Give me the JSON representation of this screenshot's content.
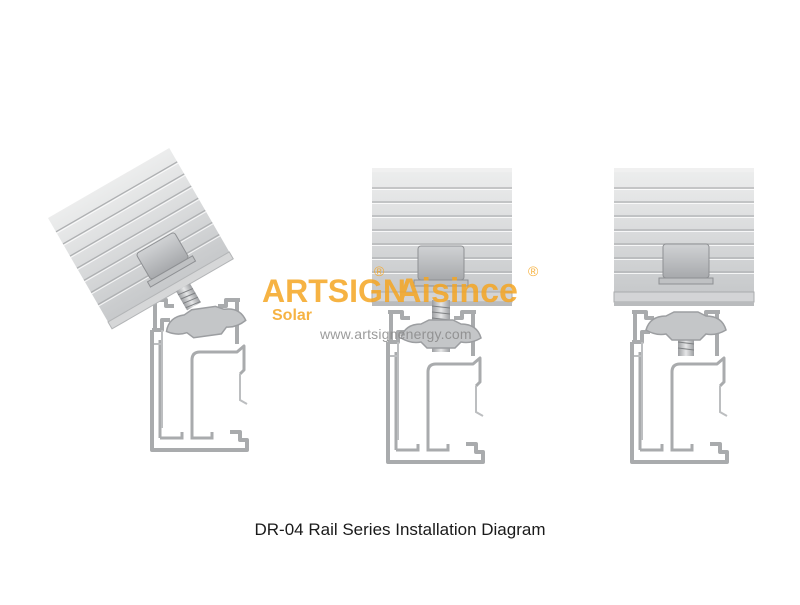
{
  "caption": "DR-04 Rail Series Installation Diagram",
  "watermark": {
    "brand1": "ARTSIGN",
    "brand1_sub": "Solar",
    "brand2": "Aisince",
    "registered": "®",
    "url": "www.artsignenergy.com",
    "brand_color": "#f5a623"
  },
  "steps": [
    {
      "name": "tilted-panel-insert"
    },
    {
      "name": "panel-lowered"
    },
    {
      "name": "clamp-tightened"
    }
  ],
  "colors": {
    "panel_face": "#d9dadb",
    "panel_groove": "#b3b5b7",
    "rail_outline": "#a9abad",
    "rail_fill": "#e8e9ea",
    "bolt": "#c9cacc"
  }
}
